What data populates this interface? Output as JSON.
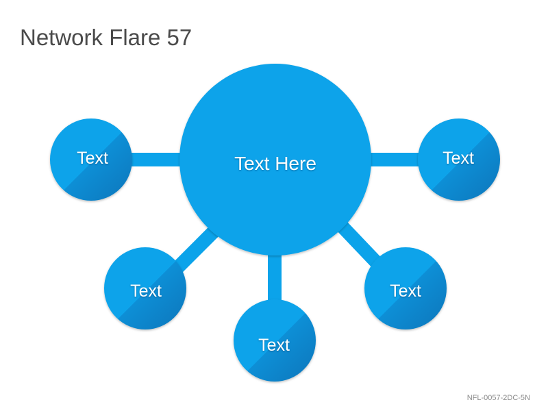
{
  "title": "Network Flare 57",
  "hub": {
    "label": "Text Here"
  },
  "satellites": [
    {
      "label": "Text"
    },
    {
      "label": "Text"
    },
    {
      "label": "Text"
    },
    {
      "label": "Text"
    },
    {
      "label": "Text"
    }
  ],
  "footer_code": "NFL-0057-2DC-5N",
  "colors": {
    "node": "#0ba3ea",
    "node_dark": "#0980c5",
    "connector": "#0ba3ea",
    "title": "#4a4a4a"
  }
}
